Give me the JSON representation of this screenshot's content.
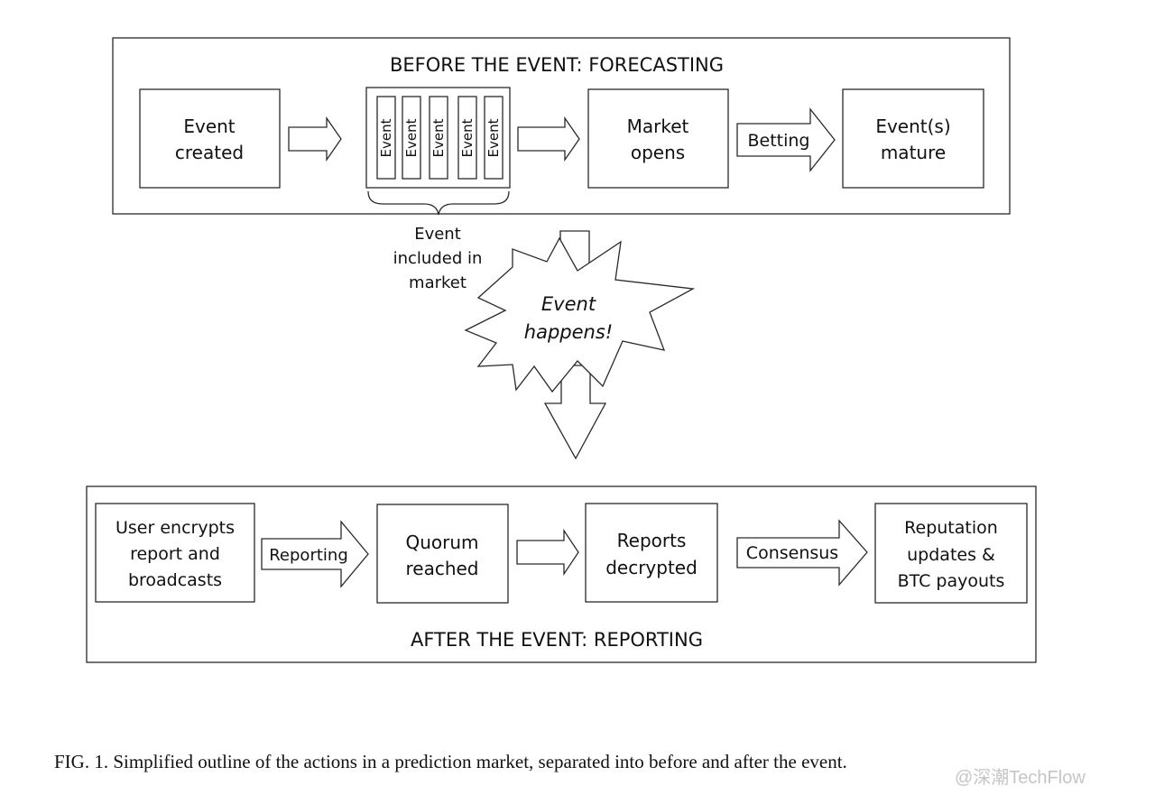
{
  "before_section": {
    "title": "BEFORE THE EVENT: FORECASTING",
    "event_created": [
      "Event",
      "created"
    ],
    "event_cards": [
      "Event",
      "Event",
      "Event",
      "Event",
      "Event"
    ],
    "brace_label": [
      "Event",
      "included in",
      "market"
    ],
    "market_opens": [
      "Market",
      "opens"
    ],
    "betting_label": "Betting",
    "events_mature": [
      "Event(s)",
      "mature"
    ]
  },
  "event_burst": [
    "Event",
    "happens!"
  ],
  "after_section": {
    "title": "AFTER THE EVENT: REPORTING",
    "user_encrypts": [
      "User encrypts",
      "report and",
      "broadcasts"
    ],
    "reporting_label": "Reporting",
    "quorum": [
      "Quorum",
      "reached"
    ],
    "reports_decrypted": [
      "Reports",
      "decrypted"
    ],
    "consensus_label": "Consensus",
    "reputation": [
      "Reputation",
      "updates &",
      "BTC payouts"
    ]
  },
  "caption": "FIG. 1. Simplified outline of the actions in a prediction market, separated into before and after the event.",
  "watermark": "@深潮TechFlow"
}
